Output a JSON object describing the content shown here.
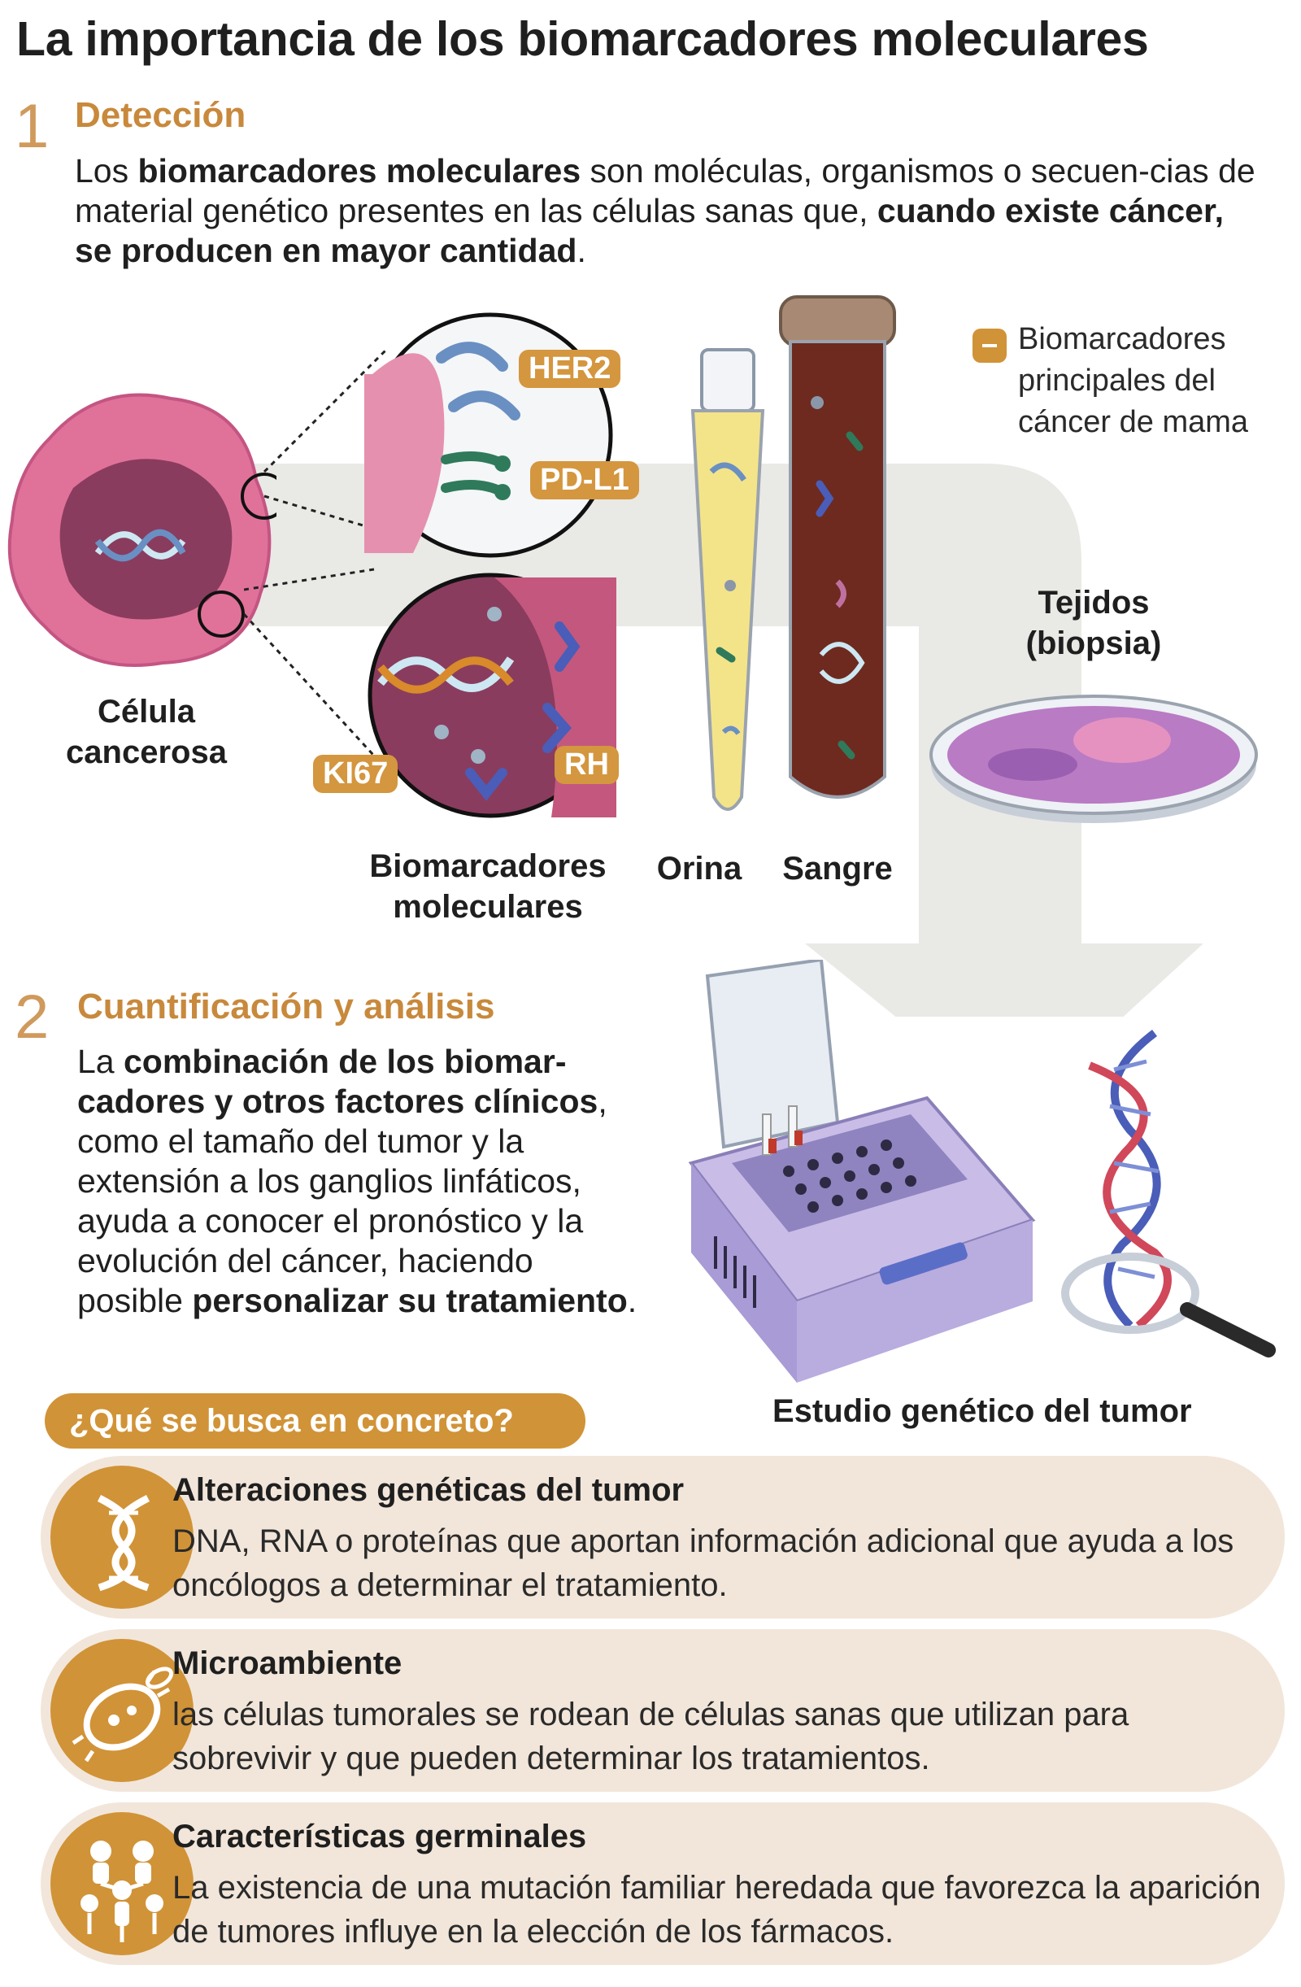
{
  "title": "La importancia de los biomarcadores moleculares",
  "step1": {
    "number": "1",
    "title": "Detección",
    "text_a": "Los ",
    "text_b": "biomarcadores moleculares",
    "text_c": " son moléculas, organismos o secuen-cias de material genético presentes en las células sanas que, ",
    "text_d": "cuando existe cáncer, se producen en mayor cantidad",
    "text_e": "."
  },
  "legend": {
    "text": "Biomarcadores principales del cáncer de mama"
  },
  "labels": {
    "cell": "Célula cancerosa",
    "biomarkers": "Biomarcadores moleculares",
    "urine": "Orina",
    "blood": "Sangre",
    "tissue": "Tejidos (biopsia)",
    "genetic_study": "Estudio genético del tumor"
  },
  "markers": {
    "her2": "HER2",
    "pdl1": "PD-L1",
    "ki67": "KI67",
    "rh": "RH"
  },
  "step2": {
    "number": "2",
    "title": "Cuantificación y análisis",
    "text_a": "La ",
    "text_b": "combinación de los biomar-cadores y otros factores clínicos",
    "text_c": ", como el tamaño del tumor y la extensión a los ganglios linfáticos, ayuda a conocer el pronóstico y la evolución del cáncer, haciendo posible ",
    "text_d": "personalizar su tratamiento",
    "text_e": "."
  },
  "question": "¿Qué se busca en concreto?",
  "cards": [
    {
      "title": "Alteraciones genéticas del tumor",
      "text": "DNA, RNA o proteínas que aportan información adicional que ayuda a los oncólogos a determinar el tratamiento.",
      "icon": "dna-icon"
    },
    {
      "title": "Microambiente",
      "text": "las células tumorales se rodean de células sanas que utilizan para sobrevivir y que pueden determinar los tratamientos.",
      "icon": "bacteria-icon"
    },
    {
      "title": "Características germinales",
      "text": "La existencia de una mutación familiar heredada que favorezca la aparición de tumores influye en la elección de los fármacos.",
      "icon": "family-tree-icon"
    }
  ],
  "colors": {
    "accent": "#d19337",
    "card_bg": "#f2e6da",
    "cell": "#e0729a",
    "nucleus": "#8a3c5e",
    "blood": "#6e2a1f",
    "urine": "#f3e48a"
  }
}
